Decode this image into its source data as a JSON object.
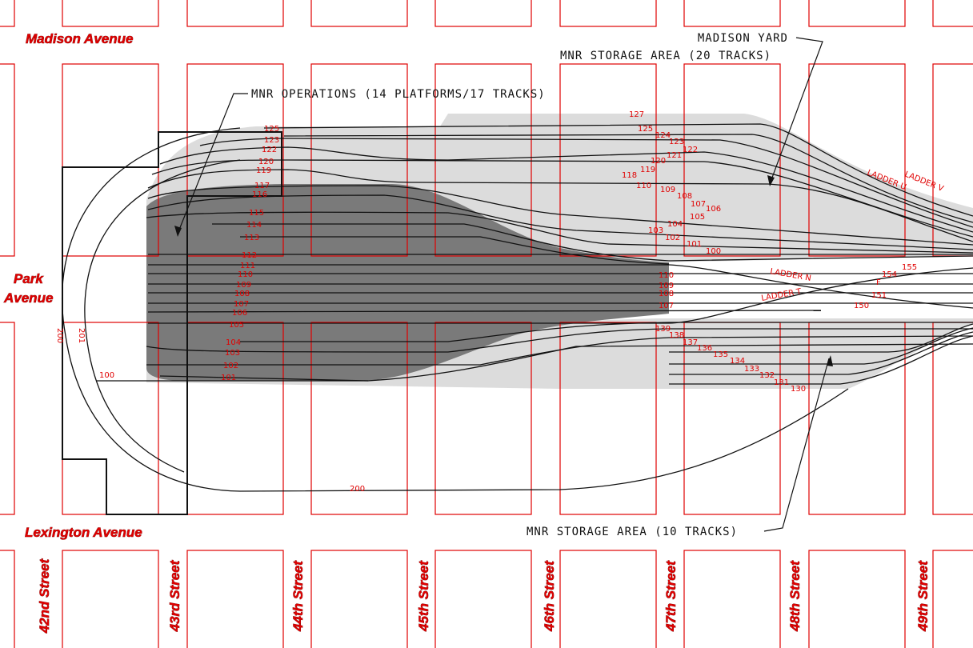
{
  "annotations": {
    "madison_yard": "MADISON YARD",
    "storage_20": "MNR STORAGE AREA (20 TRACKS)",
    "operations": "MNR OPERATIONS (14 PLATFORMS/17 TRACKS)",
    "storage_10": "MNR STORAGE AREA (10 TRACKS)"
  },
  "avenues": {
    "madison": "Madison Avenue",
    "park_line1": "Park",
    "park_line2": "Avenue",
    "lexington": "Lexington Avenue"
  },
  "streets": [
    "42nd Street",
    "43rd Street",
    "44th Street",
    "45th Street",
    "46th Street",
    "47th Street",
    "48th Street",
    "49th Street"
  ],
  "platform_tracks": [
    "125",
    "123",
    "122",
    "120",
    "119",
    "117",
    "116",
    "115",
    "114",
    "113",
    "112",
    "111",
    "110",
    "109",
    "108",
    "107",
    "106",
    "105",
    "104",
    "103",
    "102",
    "101"
  ],
  "loop_tracks": [
    "100",
    "200",
    "201",
    "200"
  ],
  "yard_tracks_north": [
    "127",
    "125",
    "124",
    "123",
    "122",
    "121",
    "120",
    "119",
    "118",
    "110",
    "109",
    "108",
    "107",
    "106",
    "105",
    "104",
    "103",
    "102",
    "101",
    "100"
  ],
  "throat_tracks": [
    "110",
    "109",
    "108",
    "107",
    "155",
    "154",
    "F",
    "151",
    "150"
  ],
  "yard_tracks_south": [
    "139",
    "138",
    "137",
    "136",
    "135",
    "134",
    "133",
    "132",
    "131",
    "130"
  ],
  "ladders": [
    "LADDER N",
    "LADDER T",
    "LADDER U",
    "LADDER V"
  ],
  "colors": {
    "street_grid": "#e00000",
    "operations_fill": "#7a7a7a",
    "storage_fill": "#dcdcdc",
    "track": "#111111"
  }
}
